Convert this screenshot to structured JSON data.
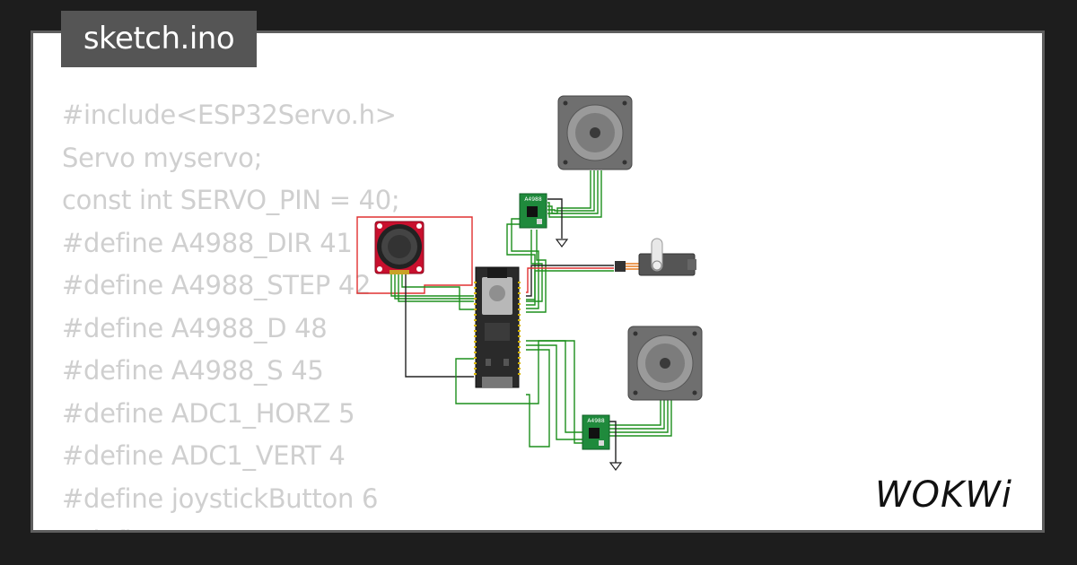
{
  "file_tab": {
    "label": "sketch.ino"
  },
  "code_lines": [
    "#include<ESP32Servo.h>",
    "Servo myservo;",
    "const int SERVO_PIN = 40;",
    "#define A4988_DIR 41",
    "#define A4988_STEP 42",
    "#define A4988_D 48",
    "#define A4988_S 45",
    "#define ADC1_HORZ 5",
    "#define ADC1_VERT 4",
    "#define joystickButton 6",
    "#define HOR..."
  ],
  "diagram": {
    "driver_top_label": "A4988",
    "driver_bottom_label": "A4988"
  },
  "logo": {
    "text": "WOKWi"
  },
  "colors": {
    "background": "#1d1d1d",
    "card": "#ffffff",
    "tab": "#555555",
    "code_text": "#cfcfcf",
    "wire_green": "#1d8f1d",
    "wire_black": "#222222",
    "wire_red": "#e03030",
    "driver_board": "#1f8a3c",
    "joystick_board": "#c8102e"
  }
}
